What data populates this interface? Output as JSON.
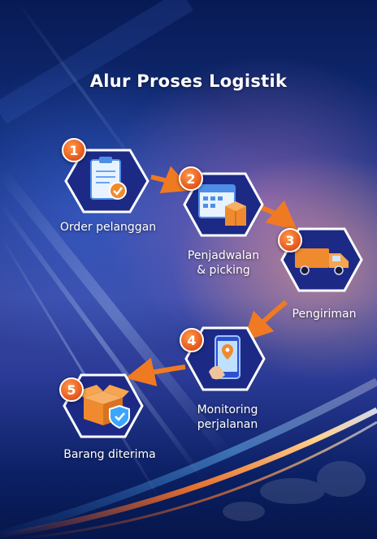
{
  "title": "Alur Proses Logistik",
  "steps": [
    {
      "number": "1",
      "label": "Order pelanggan",
      "icon": "clipboard-check-icon"
    },
    {
      "number": "2",
      "label_line1": "Penjadwalan",
      "label_line2": "& picking",
      "icon": "calendar-box-icon"
    },
    {
      "number": "3",
      "label": "Pengiriman",
      "icon": "truck-icon"
    },
    {
      "number": "4",
      "label_line1": "Monitoring",
      "label_line2": "perjalanan",
      "icon": "phone-map-pin-icon"
    },
    {
      "number": "5",
      "label": "Barang diterima",
      "icon": "box-check-icon"
    }
  ],
  "colors": {
    "accent_orange": "#f08a2e",
    "badge_orange": "#e5541a",
    "hexagon_fill": "#1c2a86",
    "hexagon_border": "#ffffff",
    "arrow": "#f07a22"
  }
}
